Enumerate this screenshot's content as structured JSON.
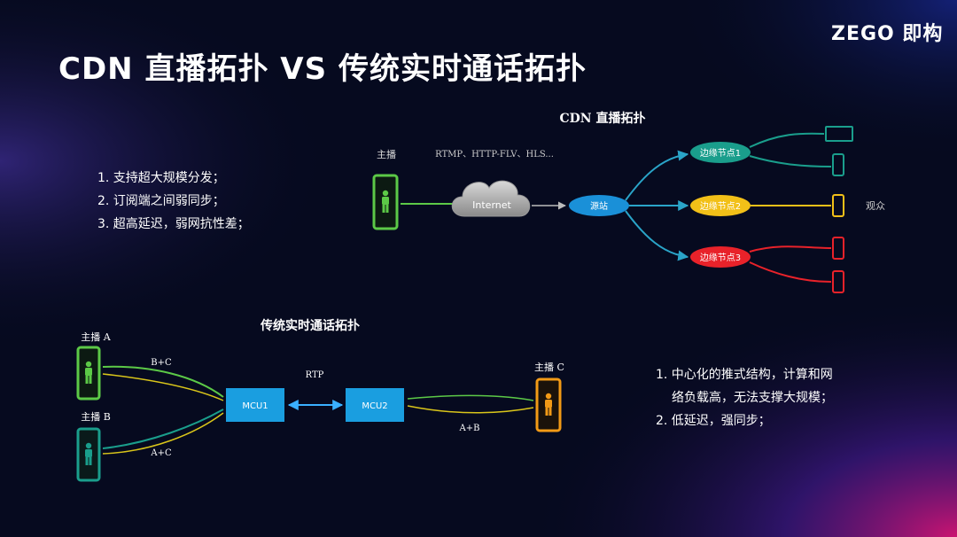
{
  "title": "CDN 直播拓扑 VS 传统实时通话拓扑",
  "logo": "ZEGO 即构",
  "cdn_points": [
    "1. 支持超大规模分发；",
    "2. 订阅端之间弱同步；",
    "3. 超高延迟，弱网抗性差；"
  ],
  "rtc_points": [
    "1. 中心化的推式结构，计算和网",
    "络负载高，无法支撑大规模；",
    "2. 低延迟，强同步；"
  ],
  "cdn": {
    "title": "CDN 直播拓扑",
    "host_label": "主播",
    "protocols": "RTMP、HTTP-FLV、HLS...",
    "internet": "Internet",
    "origin": "源站",
    "edges": [
      "边缘节点1",
      "边缘节点2",
      "边缘节点3"
    ],
    "audience": "观众"
  },
  "rtc": {
    "title": "传统实时通话拓扑",
    "host_a": "主播 A",
    "host_b": "主播 B",
    "host_c": "主播 C",
    "mcu1": "MCU1",
    "mcu2": "MCU2",
    "rtp": "RTP",
    "link_a": "B+C",
    "link_b": "A+C",
    "link_c": "A+B"
  },
  "colors": {
    "green": "#5cc947",
    "teal": "#1a9e8c",
    "cyan": "#1aa3e0",
    "yellow": "#f2c018",
    "red": "#e8222a",
    "orange": "#f29a16"
  }
}
